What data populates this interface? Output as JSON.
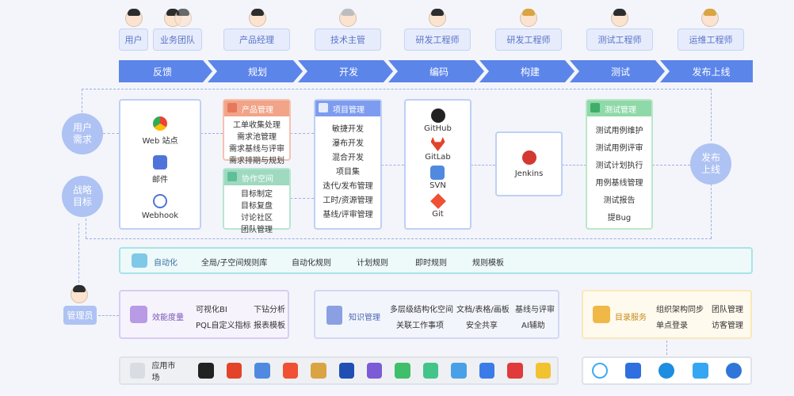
{
  "roles": [
    "用户",
    "业务团队",
    "产品经理",
    "技术主管",
    "研发工程师",
    "研发工程师",
    "测试工程师",
    "运维工程师"
  ],
  "phases": [
    "反馈",
    "规划",
    "开发",
    "编码",
    "构建",
    "测试",
    "发布上线"
  ],
  "left_bubbles": [
    [
      "用户",
      "需求"
    ],
    [
      "战略",
      "目标"
    ]
  ],
  "right_bubble": [
    "发布",
    "上线"
  ],
  "channels": [
    "Web 站点",
    "邮件",
    "Webhook"
  ],
  "product": {
    "title": "产品管理",
    "items": [
      "工单收集处理",
      "需求池管理",
      "需求基线与评审",
      "需求排期与规划"
    ]
  },
  "collab": {
    "title": "协作空间",
    "items": [
      "目标制定",
      "目标复盘",
      "讨论社区",
      "团队管理"
    ]
  },
  "project": {
    "title": "项目管理",
    "items": [
      "敏捷开发",
      "瀑布开发",
      "混合开发",
      "项目集",
      "迭代/发布管理",
      "工时/资源管理",
      "基线/评审管理"
    ]
  },
  "scm": [
    "GitHub",
    "GitLab",
    "SVN",
    "Git"
  ],
  "build": "Jenkins",
  "test": {
    "title": "测试管理",
    "items": [
      "测试用例维护",
      "测试用例评审",
      "测试计划执行",
      "用例基线管理",
      "测试报告",
      "提Bug"
    ]
  },
  "automation": {
    "title": "自动化",
    "items": [
      "全局/子空间规则库",
      "自动化规则",
      "计划规则",
      "即时规则",
      "规则模板"
    ]
  },
  "admin": "管理员",
  "metrics": {
    "title": "效能度量",
    "items": [
      "可视化BI",
      "下钻分析",
      "PQL自定义指标",
      "报表模板"
    ]
  },
  "knowledge": {
    "title": "知识管理",
    "items": [
      "多层级结构化空间",
      "文档/表格/画板",
      "基线与评审",
      "关联工作事项",
      "安全共享",
      "AI辅助"
    ]
  },
  "directory": {
    "title": "目录服务",
    "items": [
      "组织架构同步",
      "团队管理",
      "单点登录",
      "访客管理"
    ]
  },
  "market": {
    "title": "应用市场",
    "apps": [
      "github-icon",
      "gitlab-icon",
      "link-icon",
      "git-icon",
      "jenkins-icon",
      "vscode-icon",
      "monitor-icon",
      "check-icon",
      "doc-icon",
      "cloud-icon",
      "diamond-icon",
      "g-icon",
      "bulb-icon"
    ]
  },
  "dir_apps": [
    "ring-icon",
    "cursor-icon",
    "bird-icon",
    "windows-icon",
    "globe-icon"
  ],
  "colors": {
    "chevron": "#5c85ea",
    "bubble": "#aec2f3",
    "product": "#f1a488",
    "collab": "#9ed9c0",
    "project": "#7e9cef",
    "test": "#8fd9a8",
    "automation": "#a9e3e6",
    "metrics": "#d9ccf2",
    "knowledge": "#d3d9f3",
    "directory": "#fbe7b9",
    "market": "#dfe2e8"
  }
}
